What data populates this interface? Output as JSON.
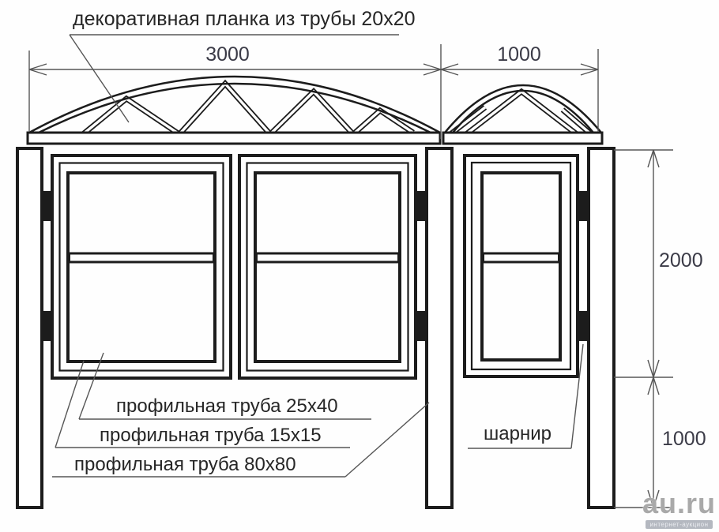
{
  "drawing": {
    "title_callout": "декоративная планка из трубы 20x20",
    "dims": {
      "gate_width": "3000",
      "wicket_width": "1000",
      "gate_height": "2000",
      "below_gate": "1000"
    },
    "callouts": {
      "frame_tube": "профильная труба 25x40",
      "infill_tube": "профильная труба 15x15",
      "post_tube": "профильная труба 80x80",
      "hinge": "шарнир"
    }
  },
  "watermark": {
    "site": "au.ru",
    "tagline": "интернет-аукцион"
  },
  "colors": {
    "line": "#1c1c1c",
    "annotation": "#565656",
    "dim_text": "#3b3b47",
    "label_text": "#262626",
    "watermark_gray": "#a9a9a9"
  }
}
